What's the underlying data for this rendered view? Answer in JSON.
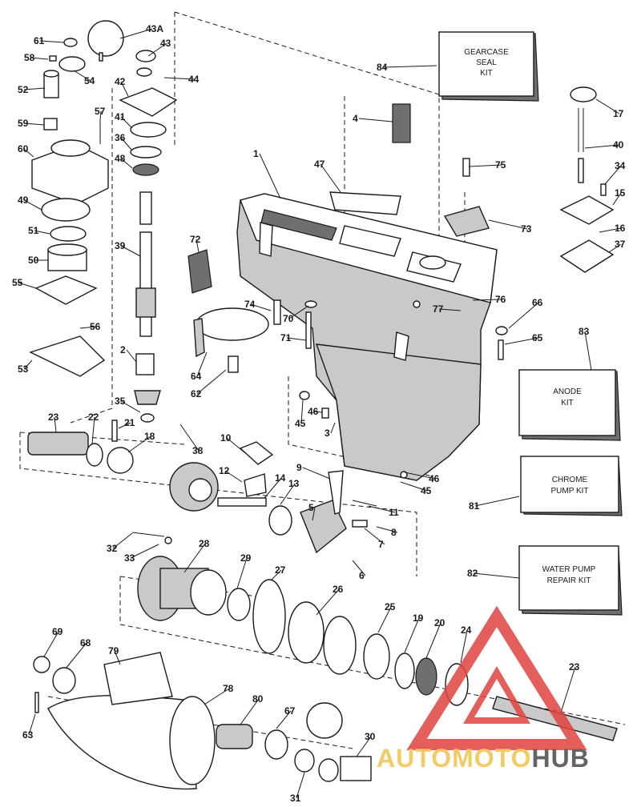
{
  "diagram": {
    "callouts": [
      {
        "id": "c61",
        "label": "61"
      },
      {
        "id": "c58",
        "label": "58"
      },
      {
        "id": "c54",
        "label": "54"
      },
      {
        "id": "c43a",
        "label": "43A"
      },
      {
        "id": "c43",
        "label": "43"
      },
      {
        "id": "c44",
        "label": "44"
      },
      {
        "id": "c42",
        "label": "42"
      },
      {
        "id": "c52",
        "label": "52"
      },
      {
        "id": "c57",
        "label": "57"
      },
      {
        "id": "c41",
        "label": "41"
      },
      {
        "id": "c59",
        "label": "59"
      },
      {
        "id": "c36",
        "label": "36"
      },
      {
        "id": "c60",
        "label": "60"
      },
      {
        "id": "c48",
        "label": "48"
      },
      {
        "id": "c49",
        "label": "49"
      },
      {
        "id": "c51",
        "label": "51"
      },
      {
        "id": "c39",
        "label": "39"
      },
      {
        "id": "c50",
        "label": "50"
      },
      {
        "id": "c55",
        "label": "55"
      },
      {
        "id": "c56",
        "label": "56"
      },
      {
        "id": "c53",
        "label": "53"
      },
      {
        "id": "c2",
        "label": "2"
      },
      {
        "id": "c35",
        "label": "35"
      },
      {
        "id": "c23a",
        "label": "23"
      },
      {
        "id": "c22",
        "label": "22"
      },
      {
        "id": "c21",
        "label": "21"
      },
      {
        "id": "c18",
        "label": "18"
      },
      {
        "id": "c38",
        "label": "38"
      },
      {
        "id": "c84",
        "label": "84"
      },
      {
        "id": "c4",
        "label": "4"
      },
      {
        "id": "c1",
        "label": "1"
      },
      {
        "id": "c47",
        "label": "47"
      },
      {
        "id": "c75",
        "label": "75"
      },
      {
        "id": "c17",
        "label": "17"
      },
      {
        "id": "c40",
        "label": "40"
      },
      {
        "id": "c34",
        "label": "34"
      },
      {
        "id": "c15",
        "label": "15"
      },
      {
        "id": "c73",
        "label": "73"
      },
      {
        "id": "c16",
        "label": "16"
      },
      {
        "id": "c37",
        "label": "37"
      },
      {
        "id": "c72",
        "label": "72"
      },
      {
        "id": "c74",
        "label": "74"
      },
      {
        "id": "c70",
        "label": "70"
      },
      {
        "id": "c76",
        "label": "76"
      },
      {
        "id": "c77",
        "label": "77"
      },
      {
        "id": "c66",
        "label": "66"
      },
      {
        "id": "c71",
        "label": "71"
      },
      {
        "id": "c65",
        "label": "65"
      },
      {
        "id": "c64",
        "label": "64"
      },
      {
        "id": "c62",
        "label": "62"
      },
      {
        "id": "c83",
        "label": "83"
      },
      {
        "id": "c45a",
        "label": "45"
      },
      {
        "id": "c46a",
        "label": "46"
      },
      {
        "id": "c3",
        "label": "3"
      },
      {
        "id": "c10",
        "label": "10"
      },
      {
        "id": "c12",
        "label": "12"
      },
      {
        "id": "c14",
        "label": "14"
      },
      {
        "id": "c13",
        "label": "13"
      },
      {
        "id": "c9",
        "label": "9"
      },
      {
        "id": "c5",
        "label": "5"
      },
      {
        "id": "c11",
        "label": "11"
      },
      {
        "id": "c46b",
        "label": "46"
      },
      {
        "id": "c45b",
        "label": "45"
      },
      {
        "id": "c81",
        "label": "81"
      },
      {
        "id": "c8",
        "label": "8"
      },
      {
        "id": "c7",
        "label": "7"
      },
      {
        "id": "c6",
        "label": "6"
      },
      {
        "id": "c32",
        "label": "32"
      },
      {
        "id": "c33",
        "label": "33"
      },
      {
        "id": "c28",
        "label": "28"
      },
      {
        "id": "c29",
        "label": "29"
      },
      {
        "id": "c27",
        "label": "27"
      },
      {
        "id": "c26",
        "label": "26"
      },
      {
        "id": "c25",
        "label": "25"
      },
      {
        "id": "c19",
        "label": "19"
      },
      {
        "id": "c20",
        "label": "20"
      },
      {
        "id": "c82",
        "label": "82"
      },
      {
        "id": "c69",
        "label": "69"
      },
      {
        "id": "c68",
        "label": "68"
      },
      {
        "id": "c79",
        "label": "79"
      },
      {
        "id": "c24",
        "label": "24"
      },
      {
        "id": "c23b",
        "label": "23"
      },
      {
        "id": "c78",
        "label": "78"
      },
      {
        "id": "c80",
        "label": "80"
      },
      {
        "id": "c67",
        "label": "67"
      },
      {
        "id": "c30",
        "label": "30"
      },
      {
        "id": "c63",
        "label": "63"
      },
      {
        "id": "c31",
        "label": "31"
      }
    ],
    "kits": [
      {
        "id": "kit84",
        "lines": [
          "GEARCASE",
          "SEAL",
          "KIT"
        ]
      },
      {
        "id": "kit83",
        "lines": [
          "ANODE",
          "KIT"
        ]
      },
      {
        "id": "kit81",
        "lines": [
          "CHROME",
          "PUMP KIT"
        ]
      },
      {
        "id": "kit82",
        "lines": [
          "WATER PUMP",
          "REPAIR KIT"
        ]
      }
    ]
  },
  "watermark": {
    "part1": "AUTOMOTO",
    "part2": "HUB",
    "colors": {
      "gold": "#f0c24a",
      "red": "#e0443f",
      "gray": "#4a4a4a"
    }
  }
}
